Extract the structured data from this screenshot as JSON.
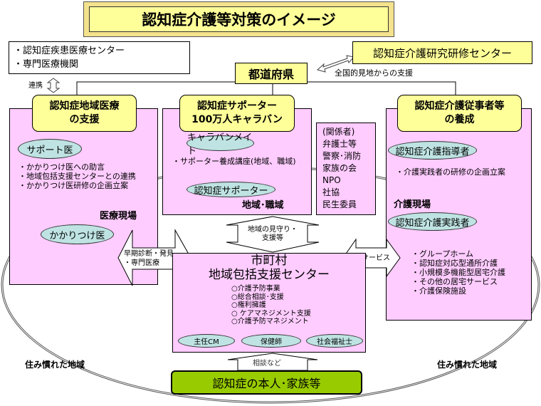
{
  "title": "認知症介護等対策のイメージ",
  "top_left_box": {
    "items": [
      "・認知症疾患医療センター",
      "・専門医療機関"
    ]
  },
  "link_label": "連携",
  "research_center": "認知症介護研究研修センター",
  "prefecture": "都道府県",
  "national_support": "全国的見地からの支援",
  "left_panel": {
    "header": [
      "認知症地域医療",
      "の支援"
    ],
    "ellipse_top": "サポート医",
    "bullets": [
      "・かかりつけ医への助言",
      "・地域包括支援センターとの連携",
      "・かかりつけ医研修の企画立案"
    ],
    "field_label": "医療現場",
    "ellipse_bottom": "かかりつけ医"
  },
  "middle_panel": {
    "header": [
      "認知症サポーター",
      "100万人キャラバン"
    ],
    "ellipse_top": "キャラバンメイト",
    "bullet": "・サポーター養成講座(地域、職域)",
    "ellipse_bottom": "認知症サポーター",
    "field_label": "地域･職域"
  },
  "stakeholders": {
    "items": [
      "(関係者)",
      "弁護士等",
      "警察･消防",
      "家族の会",
      "NPO",
      "社協",
      "民生委員"
    ]
  },
  "right_panel": {
    "header": [
      "認知症介護従事者等",
      "の養成"
    ],
    "ellipse_top": "認知症介護指導者",
    "bullet": "・介護実践者の研修の企画立案",
    "field_label": "介護現場",
    "ellipse_bottom": "認知症介護実践者",
    "services": [
      "・グループホーム",
      "・認知症対応型通所介護",
      "・小規模多機能型居宅介護",
      "・その他の居宅サービス",
      "・介護保険施設"
    ]
  },
  "arrows": {
    "watch": [
      "地域の見守り・",
      "支援等"
    ],
    "early": [
      "早期診断・発見",
      "・専門医療"
    ],
    "care": "介護サービス",
    "consult": "相談など"
  },
  "center": {
    "title1": "市町村",
    "title2": "地域包括支援センター",
    "items": [
      "○介護予防事業",
      "○総合相談･支援",
      "○権利擁護",
      "○ ケアマネジメント支援",
      "○介護予防マネジメント"
    ],
    "ellipses": [
      "主任CM",
      "保健師",
      "社会福祉士"
    ]
  },
  "region_label_left": "住み慣れた地域",
  "region_label_right": "住み慣れた地域",
  "person_family": "認知症の本人･家族等",
  "colors": {
    "pink": "#ffccff",
    "yellow": "#ffff99",
    "ellipse": "#bfe3e3",
    "green": "#99cc00"
  }
}
